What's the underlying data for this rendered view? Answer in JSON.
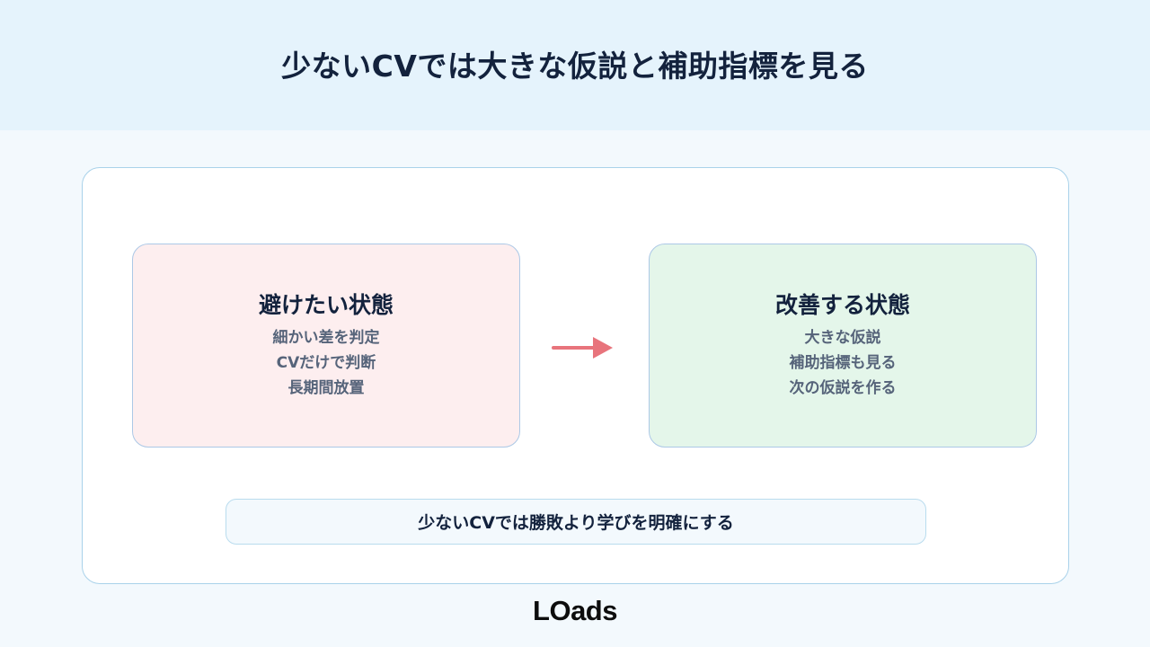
{
  "title": "少ないCVでは大きな仮説と補助指標を見る",
  "avoid": {
    "title": "避けたい状態",
    "lines": [
      "細かい差を判定",
      "CVだけで判断",
      "長期間放置"
    ]
  },
  "improve": {
    "title": "改善する状態",
    "lines": [
      "大きな仮説",
      "補助指標も見る",
      "次の仮説を作る"
    ]
  },
  "summary": "少ないCVでは勝敗より学びを明確にする",
  "logo": "LOads",
  "colors": {
    "arrow": "#e8747c",
    "avoid_bg": "#fdeeef",
    "improve_bg": "#e4f6ea",
    "header_bg": "#e5f3fc"
  }
}
